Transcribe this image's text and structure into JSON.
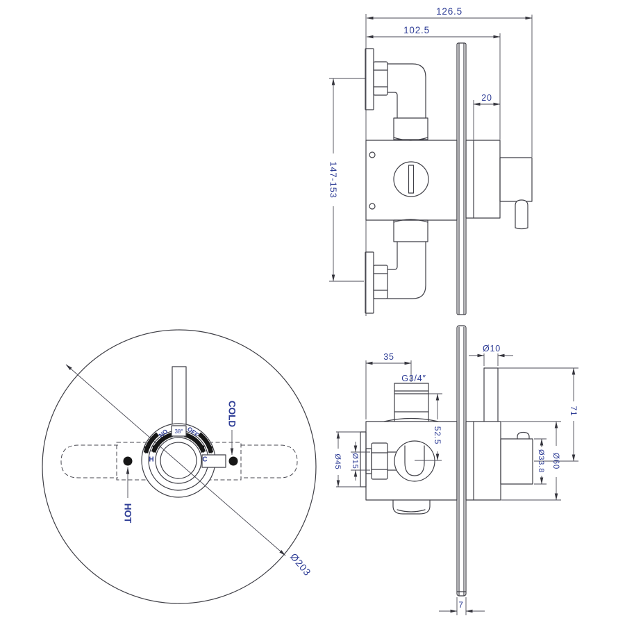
{
  "drawing": {
    "type": "technical-drawing",
    "subject": "thermostatic-concealed-shower-valve",
    "colors": {
      "background": "#ffffff",
      "line": "#3f3f46",
      "dim_text": "#2e3d96",
      "solid_fill": "#161616"
    }
  },
  "side_view": {
    "dim_overall_depth": "126.5",
    "dim_recess_depth": "102.5",
    "dim_trim_gap": "20",
    "dim_inlet_centres": "147-153"
  },
  "front_view": {
    "label_cold": "COLD",
    "label_hot": "HOT",
    "dim_plate_diameter": "Ø203",
    "dial": {
      "label_on": "NO",
      "label_off": "OFF",
      "label_temp": "38°",
      "index_hot": "H",
      "index_cold": "C"
    }
  },
  "valve_view": {
    "dim_port_offset": "35",
    "label_outlet_thread": "G3/4″",
    "dim_port_drop": "52.5",
    "dim_stem_diameter": "Ø10",
    "dim_stem_height": "71",
    "dim_inlet_pipe": "Ø15",
    "dim_inlet_flange": "Ø45",
    "dim_handle_diameter": "Ø33.8",
    "dim_escutcheon_diameter": "Ø60",
    "dim_plate_thickness": "7"
  }
}
